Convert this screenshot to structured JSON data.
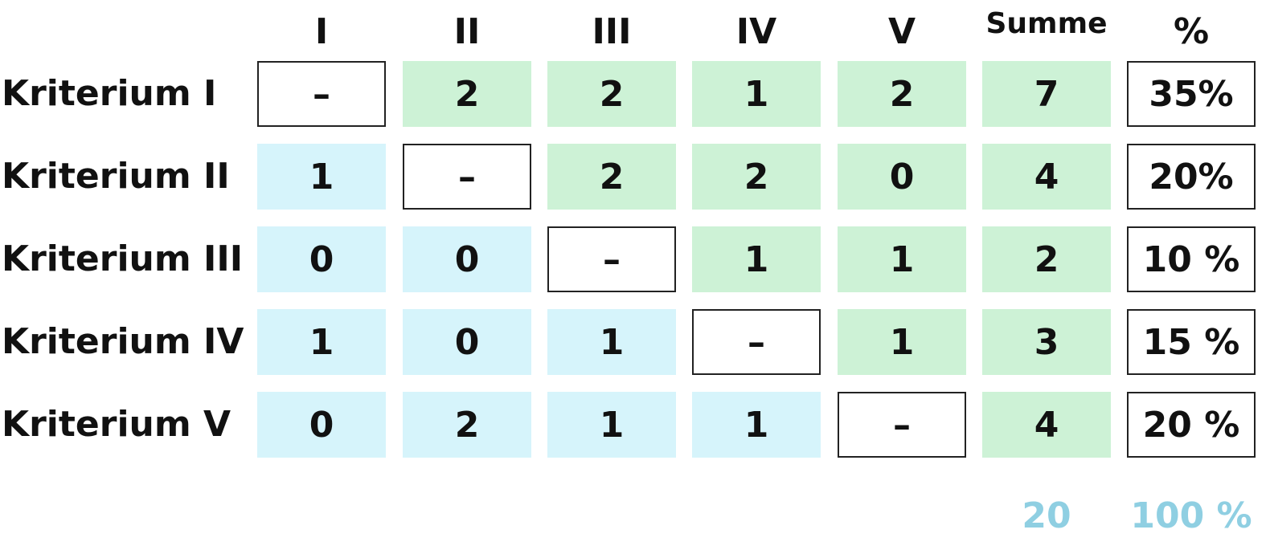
{
  "matrix": {
    "columns": [
      "I",
      "II",
      "III",
      "IV",
      "V",
      "Summe",
      "%"
    ],
    "rows": [
      {
        "label": "Kriterium I",
        "cells": [
          "–",
          "2",
          "2",
          "1",
          "2"
        ],
        "sum": "7",
        "percent": "35%"
      },
      {
        "label": "Kriterium II",
        "cells": [
          "1",
          "–",
          "2",
          "2",
          "0"
        ],
        "sum": "4",
        "percent": "20%"
      },
      {
        "label": "Kriterium III",
        "cells": [
          "0",
          "0",
          "–",
          "1",
          "1"
        ],
        "sum": "2",
        "percent": "10 %"
      },
      {
        "label": "Kriterium IV",
        "cells": [
          "1",
          "0",
          "1",
          "–",
          "1"
        ],
        "sum": "3",
        "percent": "15 %"
      },
      {
        "label": "Kriterium V",
        "cells": [
          "0",
          "2",
          "1",
          "1",
          "–"
        ],
        "sum": "4",
        "percent": "20 %"
      }
    ],
    "totals": {
      "sum": "20",
      "percent": "100 %"
    }
  },
  "colors": {
    "upper_triangle": "#cdf2d6",
    "lower_triangle": "#d6f4fb",
    "diagonal_border": "#222222",
    "text": "#111111",
    "totals_text": "#8fcfe2"
  }
}
